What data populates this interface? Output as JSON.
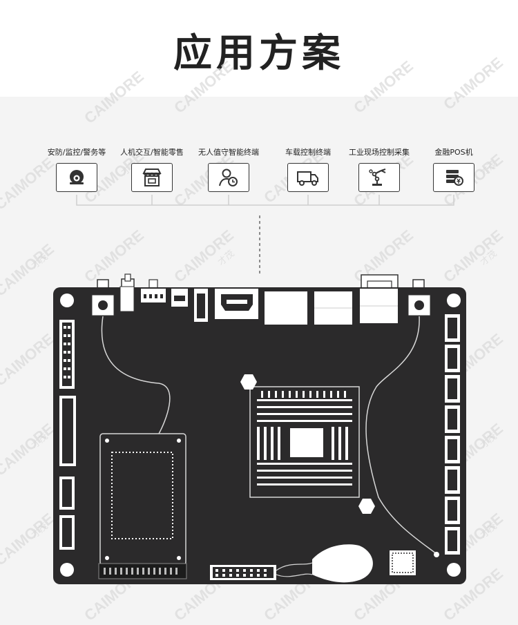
{
  "page": {
    "title": "应用方案"
  },
  "watermark": {
    "brand": "CAIMORE",
    "brand_cn": "才茂"
  },
  "applications": [
    {
      "label": "安防/监控/警务等",
      "icon": "security-camera-icon"
    },
    {
      "label": "人机交互/智能零售",
      "icon": "storefront-icon"
    },
    {
      "label": "无人值守智能终端",
      "icon": "user-clock-icon"
    },
    {
      "label": "车载控制终端",
      "icon": "truck-icon"
    },
    {
      "label": "工业现场控制采集",
      "icon": "robot-arm-icon"
    },
    {
      "label": "金融POS机",
      "icon": "pos-terminal-icon"
    }
  ],
  "colors": {
    "board": "#2b2a2b",
    "board_line": "#d8d8d8",
    "background_top": "#ffffff",
    "background_bottom": "#f4f4f4"
  }
}
